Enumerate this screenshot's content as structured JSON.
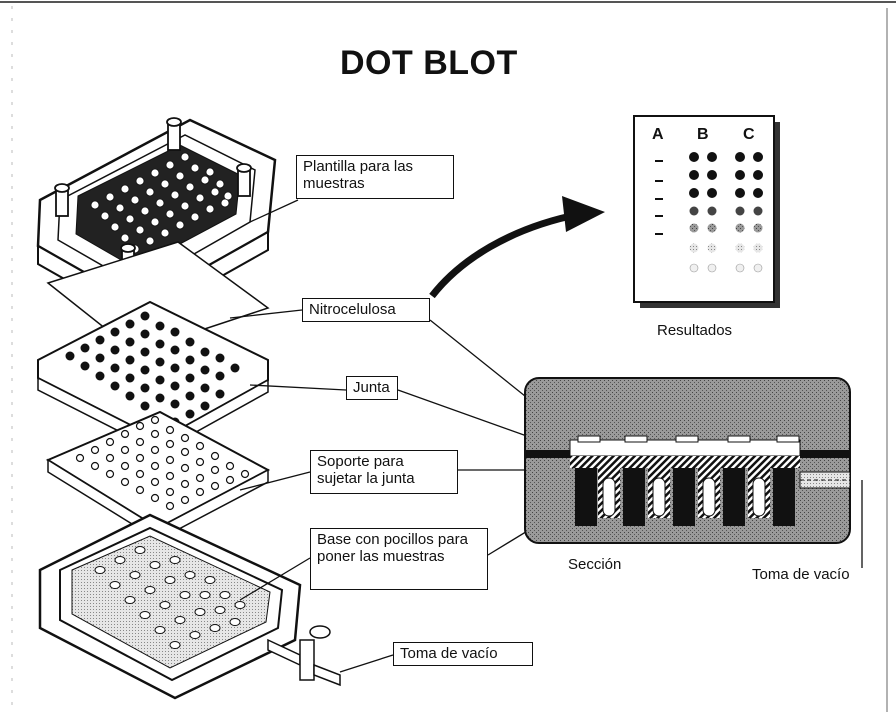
{
  "title": "DOT BLOT",
  "labels": {
    "template": "Plantilla para las muestras",
    "nitrocellulose": "Nitrocelulosa",
    "gasket": "Junta",
    "support": "Soporte para sujetar la junta",
    "base": "Base con pocillos para poner las muestras",
    "vacuum_left": "Toma de vacío",
    "results": "Resultados",
    "section": "Sección",
    "vacuum_right": "Toma de vacío"
  },
  "results_columns": [
    "A",
    "B",
    "C"
  ]
}
